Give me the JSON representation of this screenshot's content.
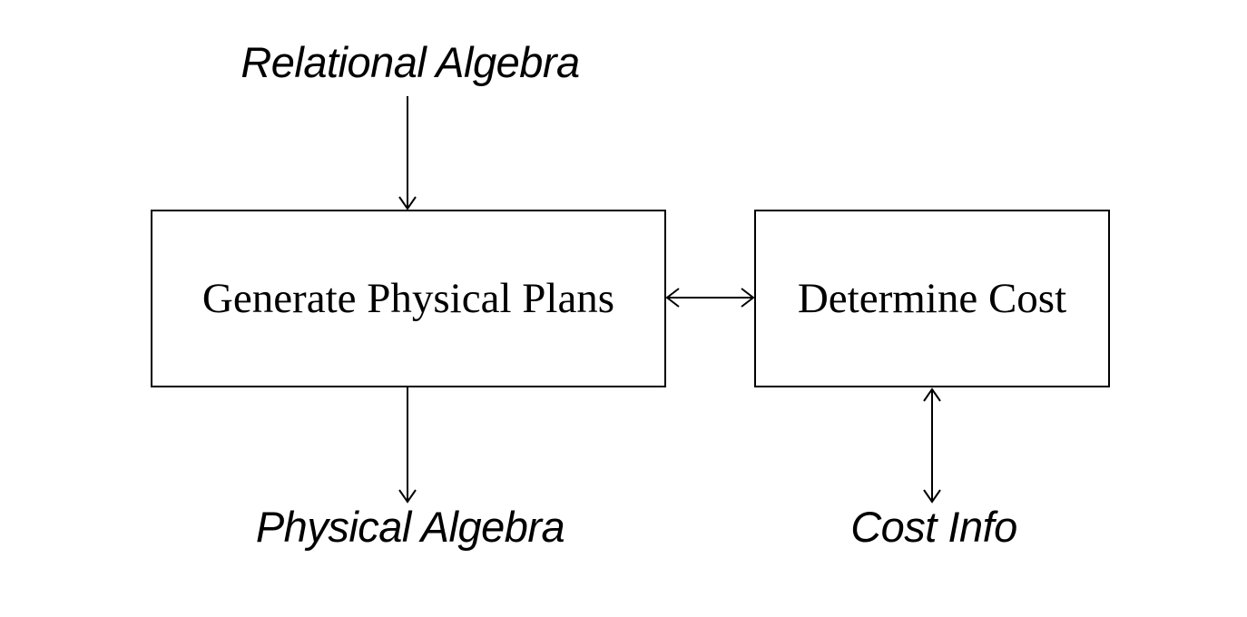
{
  "nodes": {
    "input": {
      "label": "Relational Algebra"
    },
    "generate": {
      "label": "Generate Physical Plans"
    },
    "cost": {
      "label": "Determine Cost"
    },
    "output": {
      "label": "Physical Algebra"
    },
    "cost_info": {
      "label": "Cost Info"
    }
  },
  "edges": [
    {
      "from": "input",
      "to": "generate",
      "direction": "forward"
    },
    {
      "from": "generate",
      "to": "cost",
      "direction": "both"
    },
    {
      "from": "generate",
      "to": "output",
      "direction": "forward"
    },
    {
      "from": "cost",
      "to": "cost_info",
      "direction": "both"
    }
  ],
  "colors": {
    "stroke": "#000000",
    "background": "#ffffff"
  }
}
